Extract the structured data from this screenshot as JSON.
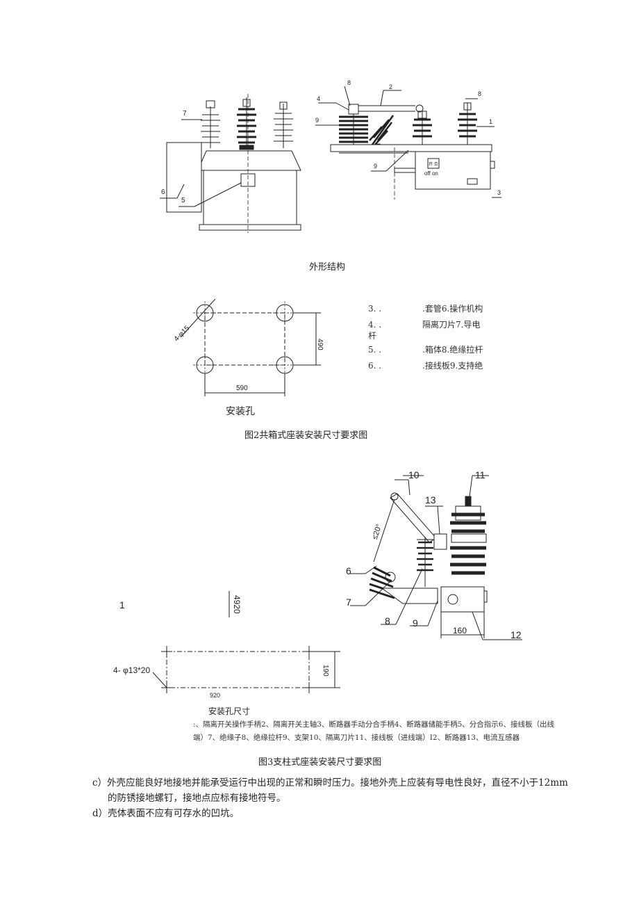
{
  "fig1": {
    "caption": "外形结构",
    "left_labels": [
      "7",
      "6",
      "5"
    ],
    "right_labels": [
      "8",
      "2",
      "4",
      "9",
      "9",
      "8",
      "1",
      "3"
    ],
    "switch_text_top": "开 合",
    "switch_text_bottom": "off on"
  },
  "fig2": {
    "hole_label": "4-φ15",
    "dim_width": "590",
    "dim_height": "490",
    "sub_caption": "安装孔",
    "caption": "图2共箱式座装安装尺寸要求图",
    "legend": [
      {
        "num": "3. .",
        "text": ".套管6.操作机构"
      },
      {
        "num": "4. .",
        "text": "隔离刀片7.导电",
        "cont": "杆"
      },
      {
        "num": "5. .",
        "text": ".箱体8.绝缘拉杆"
      },
      {
        "num": "6. .",
        "text": ".接线板9.支持绝"
      }
    ]
  },
  "fig3": {
    "labels": [
      "10",
      "11",
      "13",
      "6",
      "7",
      "8",
      "9",
      "12"
    ],
    "angle_text": "≤20°",
    "dim_160": "160",
    "mark_1": "1",
    "dim_4920": "4920",
    "hole_label": "4- φ13*20",
    "dim_190": "190",
    "dim_920": "920",
    "sub_caption": "安装孔尺寸",
    "legend_line1": ":、隔离开关操作手柄2、隔离开关主轴3、断路器手动分合手柄4、断路器储能手柄5、分合指示6、接线板（出线",
    "legend_line2": "端）7、绝缘子8、绝缘拉杆9、支架10、隔离刀片11、接线板（进线端）I2、断路器13、电流互感器",
    "caption": "图3支柱式座装安装尺寸要求图"
  },
  "body": {
    "para_c_line1": "c）外壳应能良好地接地并能承受运行中出现的正常和瞬时压力。接地外壳上应装有导电性良好，直径不小于12mm",
    "para_c_line2": "的防锈接地螺钉，接地点应标有接地符号。",
    "para_d": "d）壳体表面不应有可存水的凹坑。"
  }
}
